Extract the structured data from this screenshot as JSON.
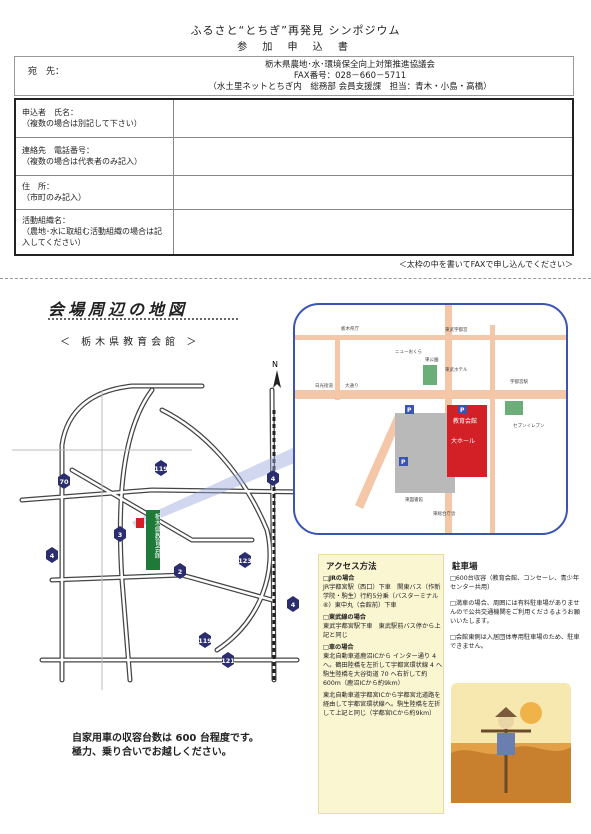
{
  "header": {
    "title": "ふるさと“とちぎ”再発見 シンポジウム",
    "subtitle": "参 加 申 込 書"
  },
  "destination": {
    "label": "宛　先：",
    "org": "栃木県農地･水･環境保全向上対策推進協議会",
    "fax": "FAX番号：028－660－5711",
    "contact": "（水土里ネットとちぎ内　総務部 会員支援課　担当：青木・小島・高橋）"
  },
  "form": {
    "rows": [
      {
        "label": "申込者　氏名：",
        "sub": "（複数の場合は別記して下さい）"
      },
      {
        "label": "連絡先　電話番号：",
        "sub": "（複数の場合は代表者のみ記入）"
      },
      {
        "label": "住　所：",
        "sub": "（市町のみ記入）"
      },
      {
        "label": "活動組織名：",
        "sub": "（農地･水に取組む活動組織の場合は記入してください）"
      }
    ],
    "note": "＜太枠の中を書いてFAXで申し込んでください＞"
  },
  "map": {
    "title": "会場周辺の地図",
    "venue": "＜ 栃木県教育会館 ＞",
    "north": "N",
    "route_numbers": [
      "70",
      "119",
      "4",
      "3",
      "4",
      "123",
      "119",
      "4",
      "121",
      "2"
    ],
    "venue_label": "栃木県教育会館",
    "inset": {
      "hall": "教育会館",
      "daihall": "大ホール",
      "parking": "P",
      "labels": [
        "栃木県庁",
        "ニューおくら",
        "東武宇都宮",
        "東武ホテル",
        "宇都宮駅",
        "東図書館",
        "日光街道",
        "大通り",
        "セブンイレブン",
        "東公園",
        "東総合庁舎"
      ]
    }
  },
  "access": {
    "heading": "アクセス方法",
    "items": [
      {
        "title": "□JRの場合",
        "text": "JR宇都宮駅（西口）下車　関東バス（作新学院・駒生）行約5分乗（バスターミナル⑥）東中丸（会館前）下車"
      },
      {
        "title": "□東武線の場合",
        "text": "東武宇都宮駅下車　東武駅前バス停から上記と同じ"
      },
      {
        "title": "□車の場合",
        "text": "東北自動車道鹿沼ICから インター通り 4 へ。鶴田陸橋を左折して宇都宮環状線 4 へ　駒生陸橋を大谷街道 70 へ右折して約600m（鹿沼ICから約9km）"
      },
      {
        "title": "",
        "text": "東北自動車道宇都宮ICから宇都宮北道路を経由して宇都宮環状線へ。駒生陸橋を左折して上記と同じ（宇都宮ICから約9km）"
      }
    ]
  },
  "parking": {
    "heading": "駐車場",
    "items": [
      "□600台収容（教育会館、コンセーレ、青少年センター共用）",
      "□満車の場合、周囲には有料駐車場がありませんので公共交通機関をご利用くださるようお願いいたします。",
      "□会館東側は入居団体専用駐車場のため、駐車できません。"
    ]
  },
  "car_note": {
    "line1": "自家用車の収容台数は 600 台程度です。",
    "line2": "極力、乗り合いでお越しください。"
  },
  "colors": {
    "accent_blue": "#3a54b2",
    "route_navy": "#2a2d6e",
    "inset_road": "#f3c7a8",
    "venue_red": "#d32026",
    "park_green": "#6cae7a",
    "access_bg": "#fbf6d2"
  }
}
